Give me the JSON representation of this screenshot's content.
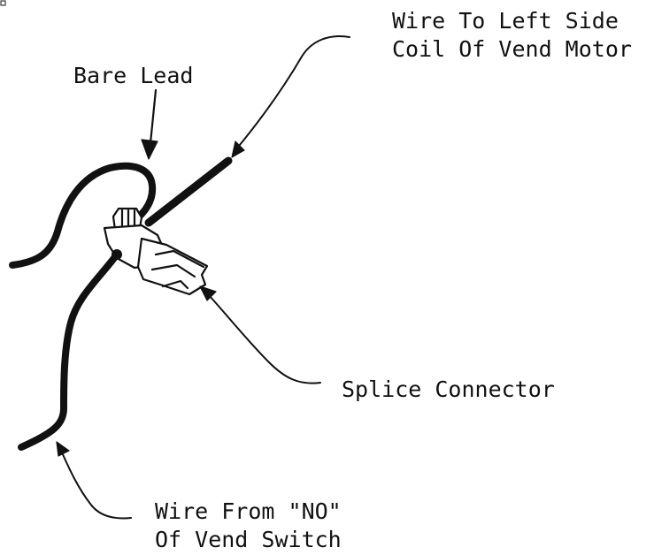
{
  "labels": {
    "wire_to_motor": [
      "Wire To Left Side",
      "Coil Of Vend Motor"
    ],
    "bare_lead": "Bare Lead",
    "splice_connector": "Splice Connector",
    "wire_from_switch": [
      "Wire From \"NO\"",
      "Of Vend Switch"
    ]
  },
  "colors": {
    "ink": "#111111",
    "background": "#ffffff"
  }
}
